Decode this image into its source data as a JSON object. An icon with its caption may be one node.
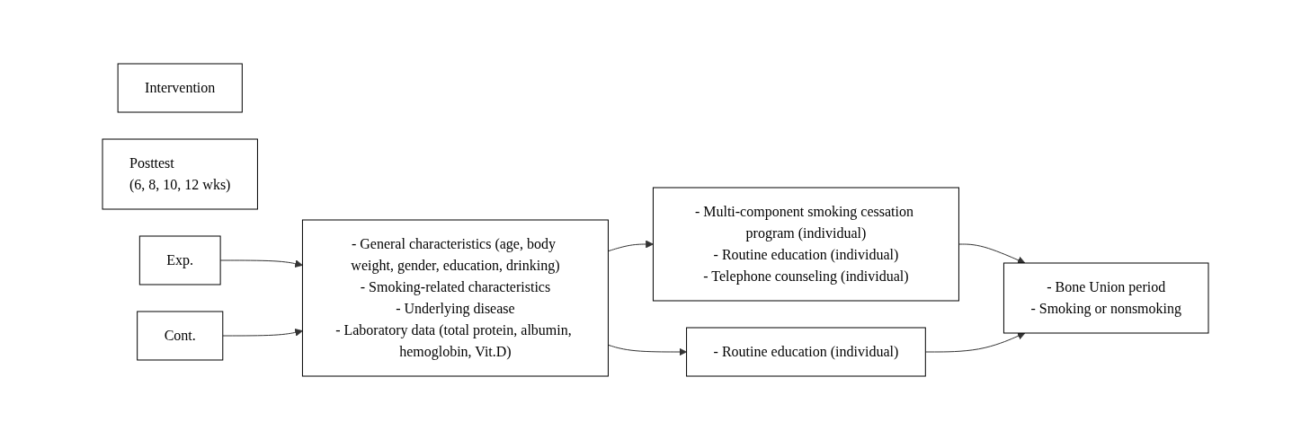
{
  "diagram": {
    "nodes": [
      {
        "text": [
          "Intervention"
        ]
      },
      {
        "text": [
          "Posttest",
          "(6, 8, 10, 12 wks)"
        ]
      },
      {
        "text": [
          "Exp."
        ]
      },
      {
        "text": [
          "- General characteristics (age, body weight, gender, education, drinking)",
          "- Smoking-related characteristics",
          "- Underlying disease",
          "- Laboratory data (total protein, albumin, hemoglobin, Vit.D)"
        ]
      },
      {
        "text": [
          "- Multi-component smoking cessation program (individual)",
          "- Routine education (individual)",
          "- Telephone counseling (individual)"
        ]
      },
      {
        "text": [
          "- Bone Union period",
          "- Smoking or nonsmoking"
        ]
      },
      {
        "text": [
          "Cont."
        ]
      },
      {
        "text": [
          "- Routine education (individual)"
        ]
      }
    ],
    "edges": [
      {
        "from": 2,
        "to": 3,
        "arrow": "to"
      },
      {
        "from": 6,
        "to": 3,
        "arrow": "to"
      },
      {
        "from": 3,
        "to": 4,
        "arrow": "to"
      },
      {
        "from": 3,
        "to": 7,
        "arrow": "to"
      },
      {
        "from": 4,
        "to": 5,
        "arrow": "to"
      },
      {
        "from": 7,
        "to": 5,
        "arrow": "to"
      }
    ]
  }
}
